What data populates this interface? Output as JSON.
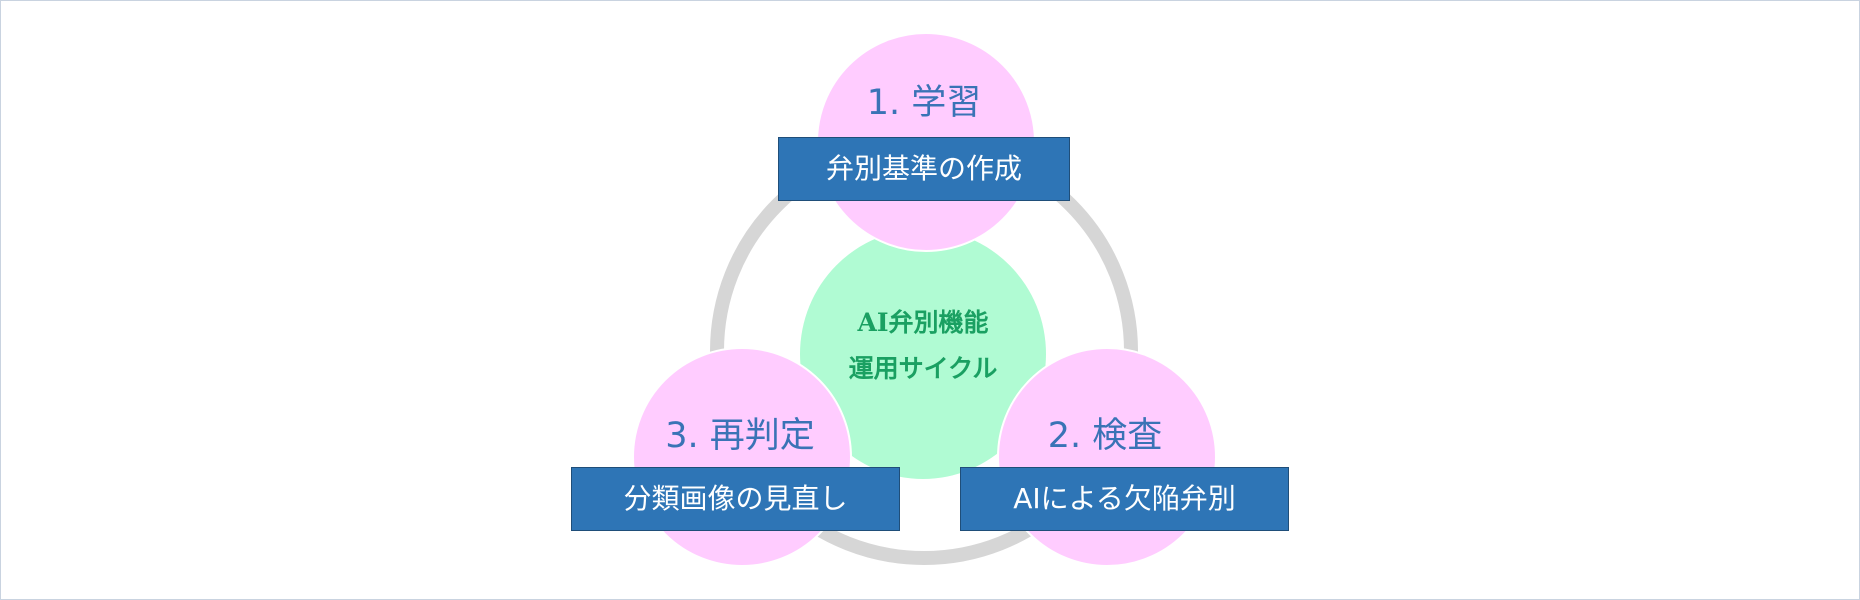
{
  "diagram": {
    "center": {
      "line1": "AI弁別機能",
      "line2": "運用サイクル"
    },
    "steps": [
      {
        "title": "1. 学習",
        "description": "弁別基準の作成"
      },
      {
        "title": "2. 検査",
        "description": "AIによる欠陥弁別"
      },
      {
        "title": "3. 再判定",
        "description": "分類画像の見直し"
      }
    ]
  },
  "colors": {
    "step_circle": "#ffccff",
    "center_circle": "#b0fbd3",
    "ring": "#d6d6d6",
    "label_box": "#2e75b6",
    "step_title_text": "#3a73b6",
    "center_text": "#1aa062"
  }
}
